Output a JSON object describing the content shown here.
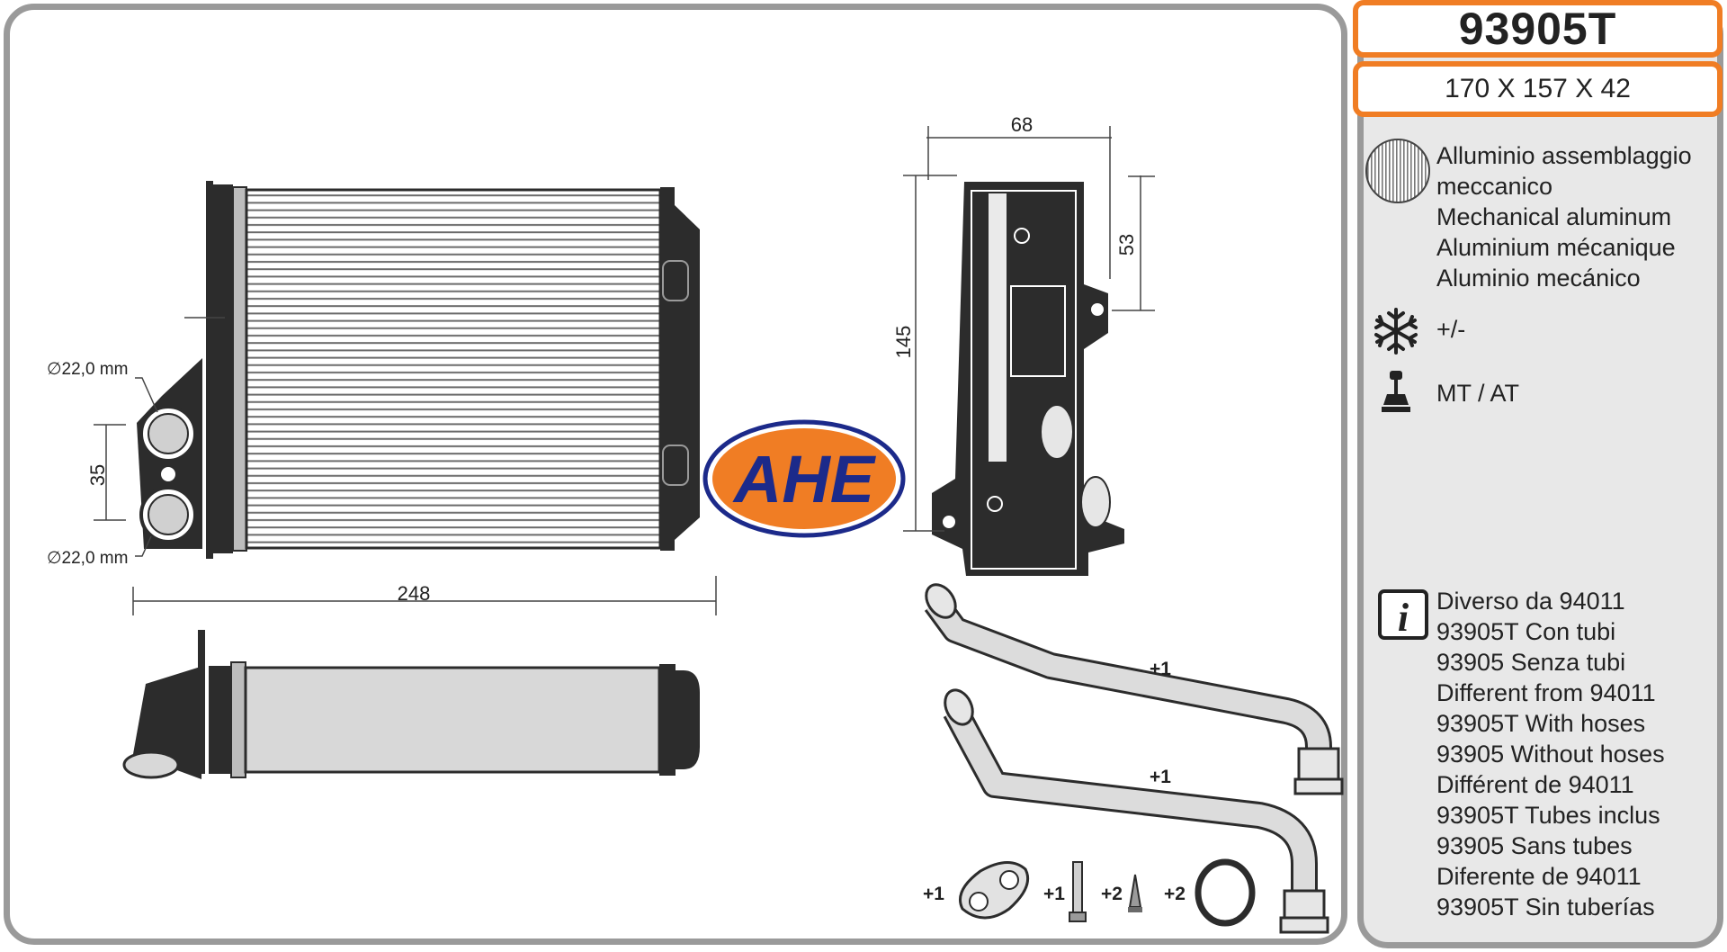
{
  "product": {
    "code": "93905T",
    "dimensions": "170 X 157 X 42"
  },
  "material": {
    "icon": "aluminum-core-icon",
    "lines": [
      "Alluminio assemblaggio",
      "meccanico",
      "Mechanical aluminum",
      "Aluminium mécanique",
      "Aluminio mecánico"
    ]
  },
  "climate": {
    "icon": "snowflake-icon",
    "label": "+/-"
  },
  "transmission": {
    "icon": "gear-stick-icon",
    "label": "MT / AT"
  },
  "notes": {
    "icon": "info-icon",
    "lines": [
      "Diverso da 94011",
      "93905T Con tubi",
      "93905 Senza tubi",
      "Different from 94011",
      "93905T With hoses",
      "93905 Without hoses",
      "Différent de 94011",
      "93905T Tubes inclus",
      "93905 Sans tubes",
      "Diferente de 94011",
      "93905T Sin tuberías"
    ]
  },
  "drawing": {
    "logo_text": "AHE",
    "logo_colors": {
      "fill": "#f07d24",
      "ring": "#1c2a8a",
      "text": "#1c2a8a"
    },
    "pipe_diameter_top": "∅22,0 mm",
    "pipe_diameter_bottom": "∅22,0 mm",
    "pipe_spacing": "35",
    "core_width": "248",
    "side_width": "68",
    "side_height": "145",
    "side_offset": "53",
    "hose_1_qty": "+1",
    "hose_2_qty": "+1",
    "accessories": [
      {
        "qty": "+1",
        "icon": "gasket-plate-icon"
      },
      {
        "qty": "+1",
        "icon": "bolt-icon"
      },
      {
        "qty": "+2",
        "icon": "screw-icon"
      },
      {
        "qty": "+2",
        "icon": "o-ring-icon"
      }
    ]
  },
  "colors": {
    "accent": "#f07d24",
    "panel_border": "#9a9a9a",
    "panel_bg": "#e8e8e8"
  }
}
